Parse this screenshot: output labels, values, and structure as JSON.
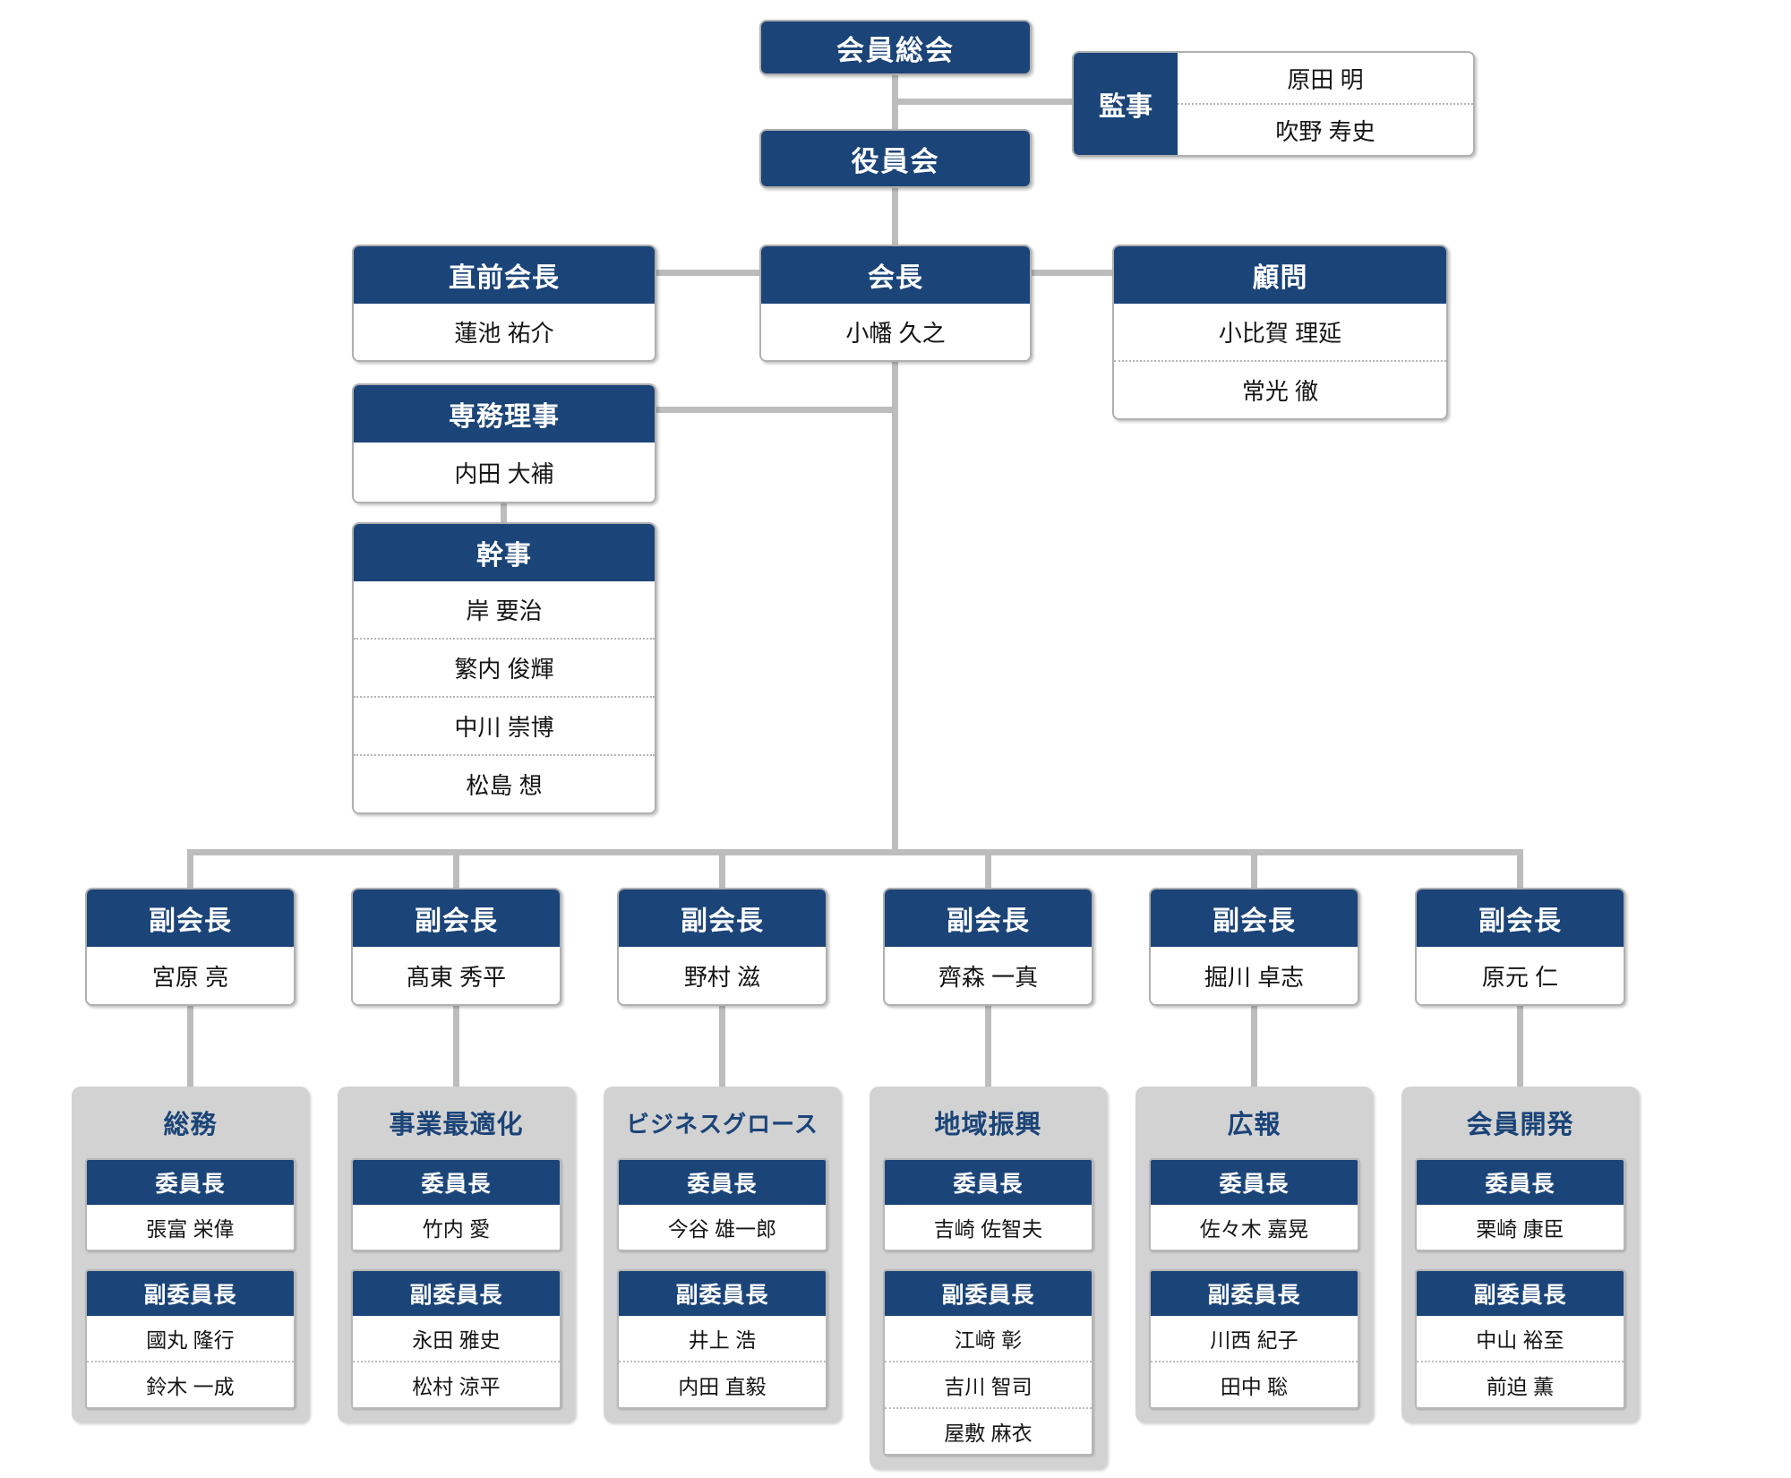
{
  "colors": {
    "navy": "#1b4478",
    "connector": "#bdbdbd",
    "committee_background": "#d2d2d2",
    "committee_title_text": "#1b4478"
  },
  "org": {
    "general_assembly": {
      "title": "会員総会"
    },
    "board": {
      "title": "役員会"
    },
    "auditors": {
      "title": "監事",
      "members": [
        "原田 明",
        "吹野 寿史"
      ]
    },
    "immediate_past_president": {
      "title": "直前会長",
      "members": [
        "蓮池 祐介"
      ]
    },
    "president": {
      "title": "会長",
      "members": [
        "小幡 久之"
      ]
    },
    "advisors": {
      "title": "顧問",
      "members": [
        "小比賀 理延",
        "常光 徹"
      ]
    },
    "executive_director": {
      "title": "専務理事",
      "members": [
        "内田 大補"
      ]
    },
    "secretaries": {
      "title": "幹事",
      "members": [
        "岸 要治",
        "繁内 俊輝",
        "中川 崇博",
        "松島 想"
      ]
    },
    "vice_presidents": {
      "title": "副会長",
      "members": [
        "宮原 亮",
        "髙東 秀平",
        "野村 滋",
        "齊森 一真",
        "掘川 卓志",
        "原元 仁"
      ]
    },
    "committees": [
      {
        "name": "総務",
        "chair_title": "委員長",
        "chair": "張富 栄偉",
        "vice_chair_title": "副委員長",
        "vice_chairs": [
          "國丸 隆行",
          "鈴木 一成"
        ]
      },
      {
        "name": "事業最適化",
        "chair_title": "委員長",
        "chair": "竹内 愛",
        "vice_chair_title": "副委員長",
        "vice_chairs": [
          "永田 雅史",
          "松村 涼平"
        ]
      },
      {
        "name": "ビジネスグロース",
        "chair_title": "委員長",
        "chair": "今谷 雄一郎",
        "vice_chair_title": "副委員長",
        "vice_chairs": [
          "井上 浩",
          "内田 直毅"
        ]
      },
      {
        "name": "地域振興",
        "chair_title": "委員長",
        "chair": "吉崎 佐智夫",
        "vice_chair_title": "副委員長",
        "vice_chairs": [
          "江﨑 彰",
          "吉川 智司",
          "屋敷 麻衣"
        ]
      },
      {
        "name": "広報",
        "chair_title": "委員長",
        "chair": "佐々木 嘉晃",
        "vice_chair_title": "副委員長",
        "vice_chairs": [
          "川西 紀子",
          "田中 聡"
        ]
      },
      {
        "name": "会員開発",
        "chair_title": "委員長",
        "chair": "栗崎 康臣",
        "vice_chair_title": "副委員長",
        "vice_chairs": [
          "中山 裕至",
          "前迫 薫"
        ]
      }
    ]
  }
}
